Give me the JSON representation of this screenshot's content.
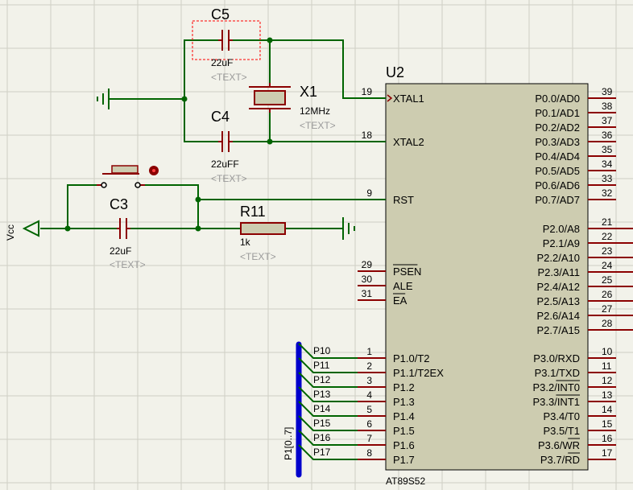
{
  "chip": {
    "ref": "U2",
    "part": "AT89S52",
    "left_pins": [
      {
        "num": "19",
        "name": "XTAL1"
      },
      {
        "num": "18",
        "name": "XTAL2"
      },
      {
        "num": "9",
        "name": "RST"
      },
      {
        "num": "29",
        "name": "PSEN"
      },
      {
        "num": "30",
        "name": "ALE"
      },
      {
        "num": "31",
        "name": "EA"
      },
      {
        "num": "1",
        "name": "P1.0/T2"
      },
      {
        "num": "2",
        "name": "P1.1/T2EX"
      },
      {
        "num": "3",
        "name": "P1.2"
      },
      {
        "num": "4",
        "name": "P1.3"
      },
      {
        "num": "5",
        "name": "P1.4"
      },
      {
        "num": "6",
        "name": "P1.5"
      },
      {
        "num": "7",
        "name": "P1.6"
      },
      {
        "num": "8",
        "name": "P1.7"
      }
    ],
    "right_pins": [
      {
        "num": "39",
        "name": "P0.0/AD0"
      },
      {
        "num": "38",
        "name": "P0.1/AD1"
      },
      {
        "num": "37",
        "name": "P0.2/AD2"
      },
      {
        "num": "36",
        "name": "P0.3/AD3"
      },
      {
        "num": "35",
        "name": "P0.4/AD4"
      },
      {
        "num": "34",
        "name": "P0.5/AD5"
      },
      {
        "num": "33",
        "name": "P0.6/AD6"
      },
      {
        "num": "32",
        "name": "P0.7/AD7"
      },
      {
        "num": "21",
        "name": "P2.0/A8"
      },
      {
        "num": "22",
        "name": "P2.1/A9"
      },
      {
        "num": "23",
        "name": "P2.2/A10"
      },
      {
        "num": "24",
        "name": "P2.3/A11"
      },
      {
        "num": "25",
        "name": "P2.4/A12"
      },
      {
        "num": "26",
        "name": "P2.5/A13"
      },
      {
        "num": "27",
        "name": "P2.6/A14"
      },
      {
        "num": "28",
        "name": "P2.7/A15"
      },
      {
        "num": "10",
        "name": "P3.0/RXD"
      },
      {
        "num": "11",
        "name": "P3.1/TXD"
      },
      {
        "num": "12",
        "name": "P3.2/INT0"
      },
      {
        "num": "13",
        "name": "P3.3/INT1"
      },
      {
        "num": "14",
        "name": "P3.4/T0"
      },
      {
        "num": "15",
        "name": "P3.5/T1"
      },
      {
        "num": "16",
        "name": "P3.6/WR"
      },
      {
        "num": "17",
        "name": "P3.7/RD"
      }
    ]
  },
  "components": {
    "c5": {
      "ref": "C5",
      "value": "22uF",
      "text": "<TEXT>"
    },
    "c4": {
      "ref": "C4",
      "value": "22uFF",
      "text": "<TEXT>"
    },
    "c3": {
      "ref": "C3",
      "value": "22uF",
      "text": "<TEXT>"
    },
    "x1": {
      "ref": "X1",
      "value": "12MHz",
      "text": "<TEXT>"
    },
    "r11": {
      "ref": "R11",
      "value": "1k",
      "text": "<TEXT>"
    }
  },
  "power": {
    "vcc": "Vcc"
  },
  "bus": {
    "name": "P1[0..7]",
    "labels": [
      "P10",
      "P11",
      "P12",
      "P13",
      "P14",
      "P15",
      "P16",
      "P17"
    ]
  },
  "colors": {
    "background": "#f2f2ea",
    "grid": "#cfcfc4",
    "wire": "#006400",
    "pin": "#8b0000",
    "body": "#cdccb0",
    "bus": "#0000cc",
    "label": "#000000",
    "hidden_text": "#9a9a9a",
    "selection": "#ff0000"
  }
}
